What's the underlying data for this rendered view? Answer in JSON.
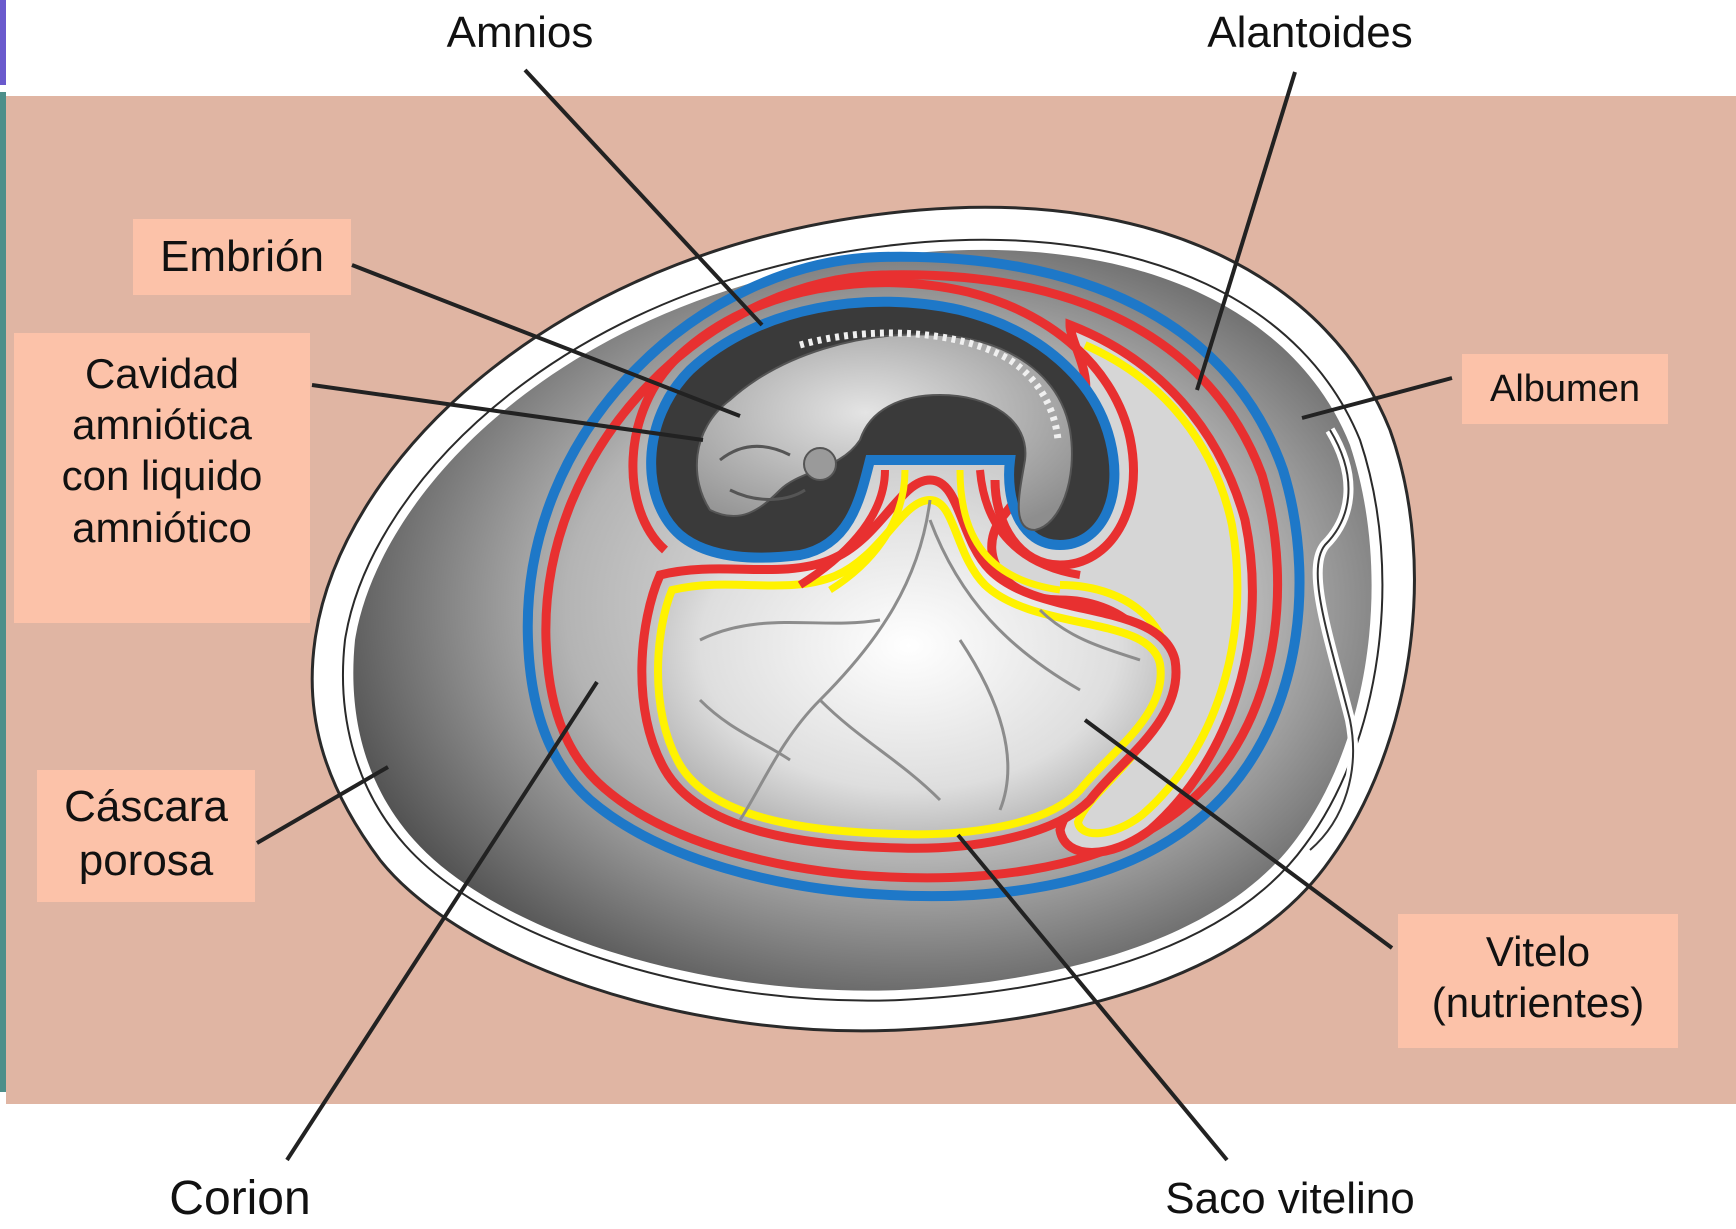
{
  "colors": {
    "panel": "#e0b5a3",
    "label_box": "#fcc2a9",
    "chorion": "#1e78c8",
    "amnion": "#e83030",
    "yolk_sac_membrane": "#fff200",
    "shell": "#ffffff"
  },
  "labels": {
    "amnios": "Amnios",
    "alantoides": "Alantoides",
    "embrion": "Embrión",
    "cavidad": [
      "Cavidad",
      "amniótica",
      "con liquido",
      "amniótico"
    ],
    "albumen": "Albumen",
    "cascara": [
      "Cáscara",
      "porosa"
    ],
    "vitelo": [
      "Vitelo",
      "(nutrientes)"
    ],
    "corion": "Corion",
    "saco_vitelino": "Saco vitelino"
  }
}
